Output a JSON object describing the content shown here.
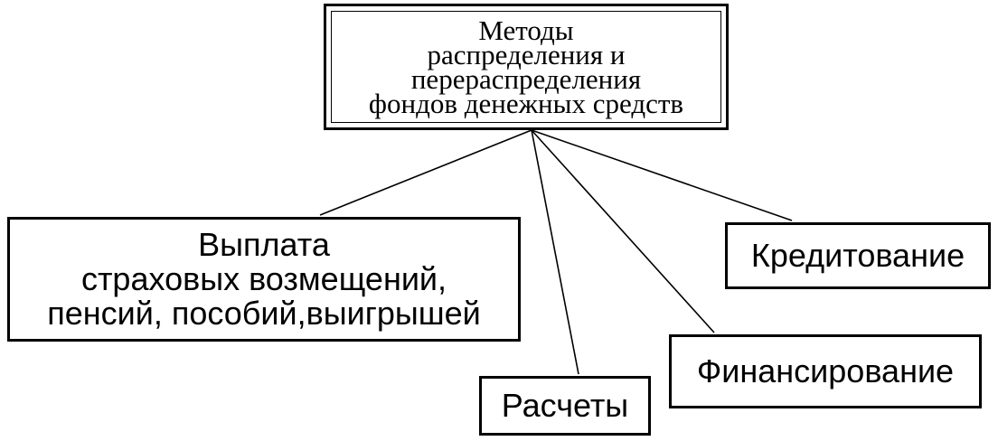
{
  "root": {
    "lines": [
      "Методы",
      "распределения и",
      "перераспределения",
      "фондов денежных средств"
    ]
  },
  "children": {
    "payout": {
      "lines": [
        "Выплата",
        "страховых возмещений,",
        "пенсий,  пособий,выигрышей"
      ]
    },
    "settlements": {
      "label": "Расчеты"
    },
    "financing": {
      "label": "Финансирование"
    },
    "credit": {
      "label": "Кредитование"
    }
  }
}
